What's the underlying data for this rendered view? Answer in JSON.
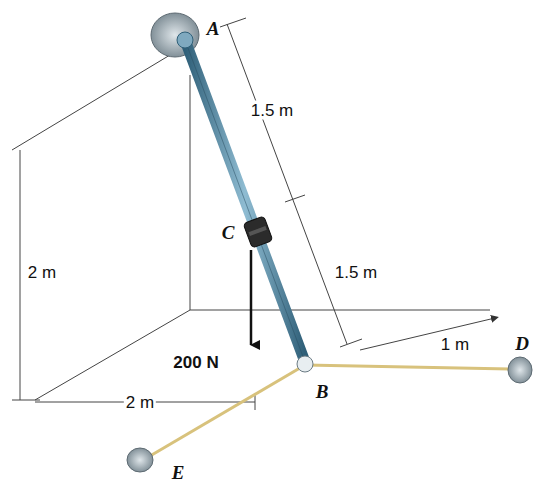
{
  "diagram": {
    "labels": [
      "A",
      "1.5 m",
      "C",
      "2 m",
      "1.5 m",
      "1 m",
      "D",
      "200 N",
      "B",
      "2 m",
      "E"
    ]
  }
}
